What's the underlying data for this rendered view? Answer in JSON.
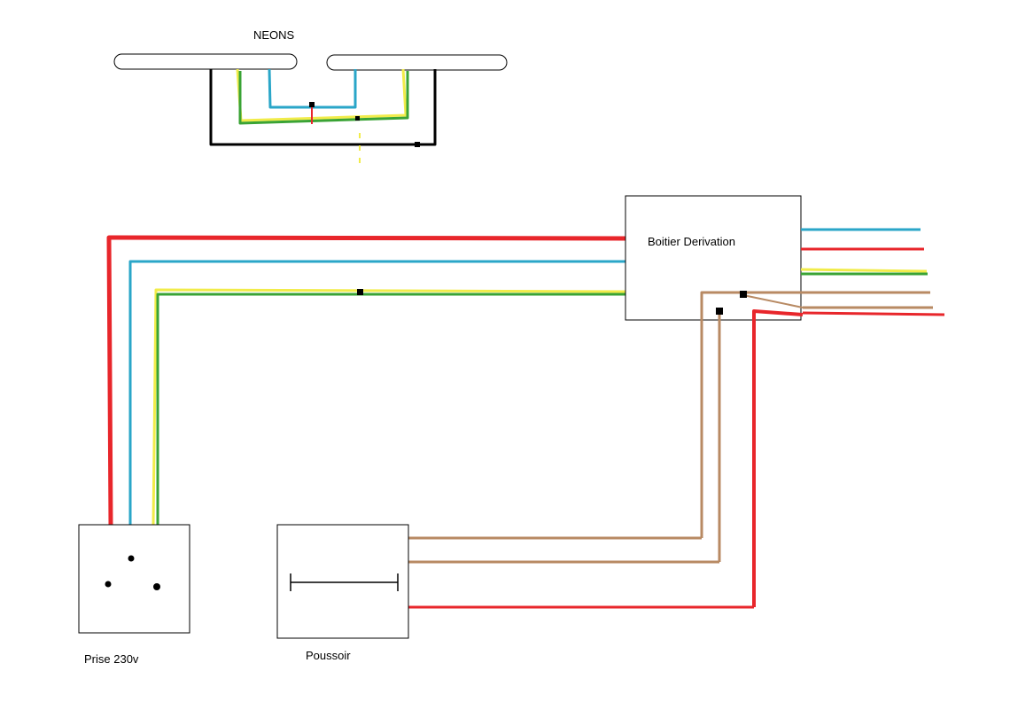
{
  "labels": {
    "neons": "NEONS",
    "boitier": "Boitier Derivation",
    "prise": "Prise 230v",
    "poussoir": "Poussoir"
  },
  "colors": {
    "phase": "#e8262b",
    "neutral": "#2aa6c8",
    "earth_green": "#3aa335",
    "earth_yellow": "#f1ec4a",
    "control": "#b88a63",
    "black": "#000000"
  }
}
